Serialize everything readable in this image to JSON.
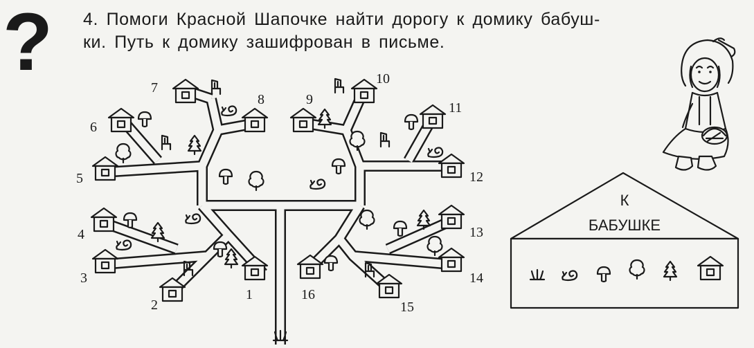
{
  "task": {
    "line1": "4. Помоги Красной Шапочке найти дорогу к домику бабуш-",
    "line2": "ки. Путь к домику зашифрован в письме."
  },
  "question_mark": "?",
  "houses": [
    "1",
    "2",
    "3",
    "4",
    "5",
    "6",
    "7",
    "8",
    "9",
    "10",
    "11",
    "12",
    "13",
    "14",
    "15",
    "16"
  ],
  "letter": {
    "line1": "К",
    "line2": "БАБУШКЕ",
    "code_icons": [
      "grass-icon",
      "snail-icon",
      "mushroom-icon",
      "bush-icon",
      "fir-tree-icon",
      "house-icon"
    ]
  },
  "colors": {
    "ink": "#1a1a1a",
    "paper": "#f4f4f1"
  }
}
